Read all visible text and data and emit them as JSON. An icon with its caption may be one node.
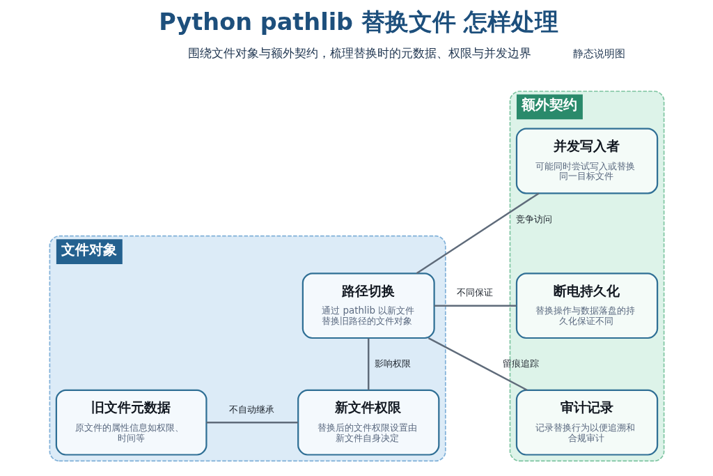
{
  "diagram": {
    "title": "Python pathlib 替换文件 怎样处理",
    "nodes": [
      {
        "text": [
          "文件对象"
        ]
      },
      {
        "text": [
          "路径切换",
          "通过 pathlib 以新文件替换旧路径的文件对象"
        ],
        "in": 0
      },
      {
        "text": [
          "旧文件元数据",
          "原文件的属性信息如权限、时间等"
        ],
        "in": 0
      },
      {
        "text": [
          "新文件权限",
          "替换后的文件权限设置由新文件自身决定"
        ],
        "in": 0
      },
      {
        "text": [
          "额外契约"
        ]
      },
      {
        "text": [
          "并发写入者",
          "可能同时尝试写入或替换同一目标文件"
        ],
        "in": 4
      },
      {
        "text": [
          "断电持久化",
          "替换操作与数据落盘的持久化保证不同"
        ],
        "in": 4
      },
      {
        "text": [
          "审计记录",
          "记录替换行为以便追溯和合规审计"
        ],
        "in": 4
      }
    ],
    "edges": [
      {
        "from": 1,
        "to": 5,
        "arrow": "none",
        "label": "竞争访问"
      },
      {
        "from": 1,
        "to": 6,
        "arrow": "none",
        "label": "不同保证"
      },
      {
        "from": 1,
        "to": 7,
        "arrow": "none",
        "label": "留痕追踪"
      },
      {
        "from": 1,
        "to": 3,
        "arrow": "none",
        "label": "影响权限"
      },
      {
        "from": 2,
        "to": 3,
        "arrow": "none",
        "label": "不自动继承"
      }
    ],
    "labels": [
      "围绕文件对象与额外契约，梳理替换时的元数据、权限与并发边界",
      "静态说明图"
    ]
  }
}
